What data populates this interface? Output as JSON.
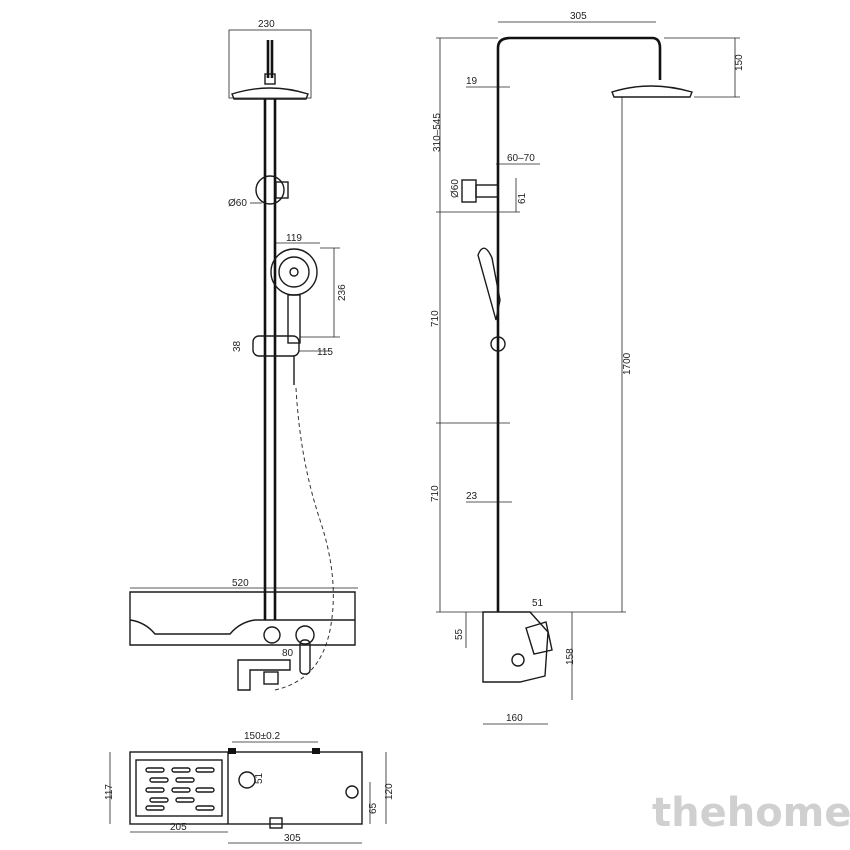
{
  "front_view": {
    "dim_head_width": "230",
    "dim_holder_dia": "Ø60",
    "dim_hand_width": "119",
    "dim_hand_height": "236",
    "dim_slider_h": "38",
    "dim_slider_w": "115",
    "dim_shelf_width": "520",
    "dim_spout": "80"
  },
  "side_view": {
    "dim_arm_reach": "305",
    "dim_head_drop": "150",
    "dim_pipe_19": "19",
    "dim_upper_range": "310–545",
    "dim_clamp_range": "60–70",
    "dim_clamp_dia": "Ø60",
    "dim_clamp_h": "61",
    "dim_mid_710": "710",
    "dim_low_710": "710",
    "dim_pipe_23": "23",
    "dim_total_1700": "1700",
    "dim_pipe_51": "51",
    "dim_body_55": "55",
    "dim_body_158": "158",
    "dim_body_160": "160"
  },
  "top_view": {
    "dim_outlets": "150±0.2",
    "dim_outlet_51": "51",
    "dim_depth_117": "117",
    "dim_depth_120": "120",
    "dim_depth_65": "65",
    "dim_shelf_205": "205",
    "dim_total_305": "305"
  },
  "watermark": "thehome"
}
